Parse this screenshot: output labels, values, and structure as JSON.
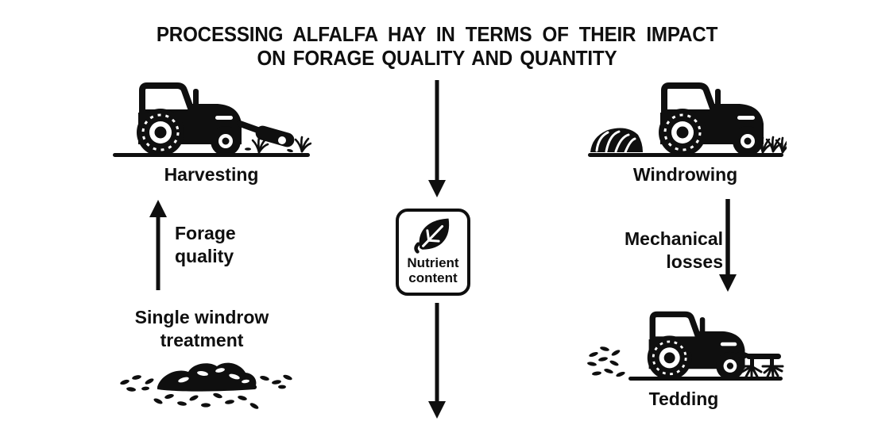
{
  "colors": {
    "ink": "#0f0f0f",
    "background": "#ffffff"
  },
  "title": {
    "line1": "PROCESSING ALFALFA HAY IN TERMS OF THEIR IMPACT",
    "line2": "ON FORAGE QUALITY AND QUANTITY"
  },
  "nodes": {
    "harvesting": {
      "label": "Harvesting",
      "icon": "tractor-mower-icon"
    },
    "windrowing": {
      "label": "Windrowing",
      "icon": "tractor-windrow-icon"
    },
    "tedding": {
      "label": "Tedding",
      "icon": "tractor-tedder-icon"
    },
    "single_windrow_treatment": {
      "line1": "Single windrow",
      "line2": "treatment",
      "icon": "windrow-pile-icon"
    },
    "nutrient_content": {
      "line1": "Nutrient",
      "line2": "content",
      "icon": "leaf-icon"
    }
  },
  "edges": {
    "forage_quality": {
      "line1": "Forage",
      "line2": "quality",
      "direction": "up"
    },
    "mechanical_losses": {
      "line1": "Mechanical",
      "line2": "losses",
      "direction": "down"
    },
    "flow_top": {
      "direction": "down"
    },
    "flow_bottom": {
      "direction": "down"
    }
  }
}
